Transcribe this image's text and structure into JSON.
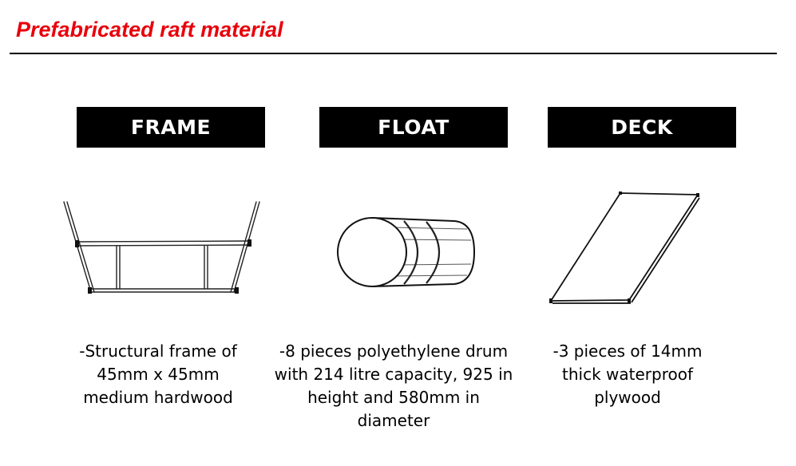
{
  "header": {
    "title": "Prefabricated raft material",
    "title_color": "#e8000b"
  },
  "columns": [
    {
      "label": "FRAME",
      "icon": "wooden-frame-sketch",
      "description": "-Structural frame of\n45mm x 45mm\nmedium hardwood"
    },
    {
      "label": "FLOAT",
      "icon": "drum-barrel-sketch",
      "description": "-8 pieces polyethylene drum\nwith 214 litre capacity, 925 in\nheight and 580mm in\ndiameter"
    },
    {
      "label": "DECK",
      "icon": "plywood-sheet-sketch",
      "description": "-3 pieces of 14mm\nthick waterproof\nplywood"
    }
  ]
}
